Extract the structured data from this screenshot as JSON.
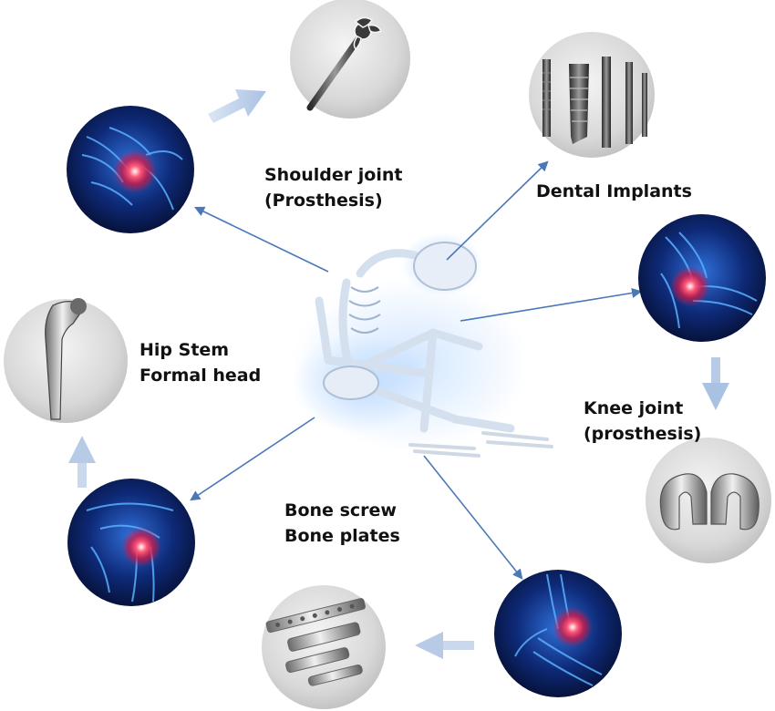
{
  "labels": {
    "shoulder": {
      "line1": "Shoulder joint",
      "line2": "(Prosthesis)"
    },
    "dental": {
      "line1": "Dental Implants"
    },
    "hip": {
      "line1": "Hip Stem",
      "line2": "Formal head"
    },
    "knee": {
      "line1": "Knee joint",
      "line2": "(prosthesis)"
    },
    "bone": {
      "line1": "Bone screw",
      "line2": "Bone plates"
    }
  },
  "colors": {
    "arrow": "#4a78b8",
    "flow_arrow": "#b7cbe6",
    "xray_bg": "#0a1a4a",
    "xray_glow": "#3c8cff",
    "pain": "#ff2d55",
    "skeleton": "#dfe8f4"
  }
}
